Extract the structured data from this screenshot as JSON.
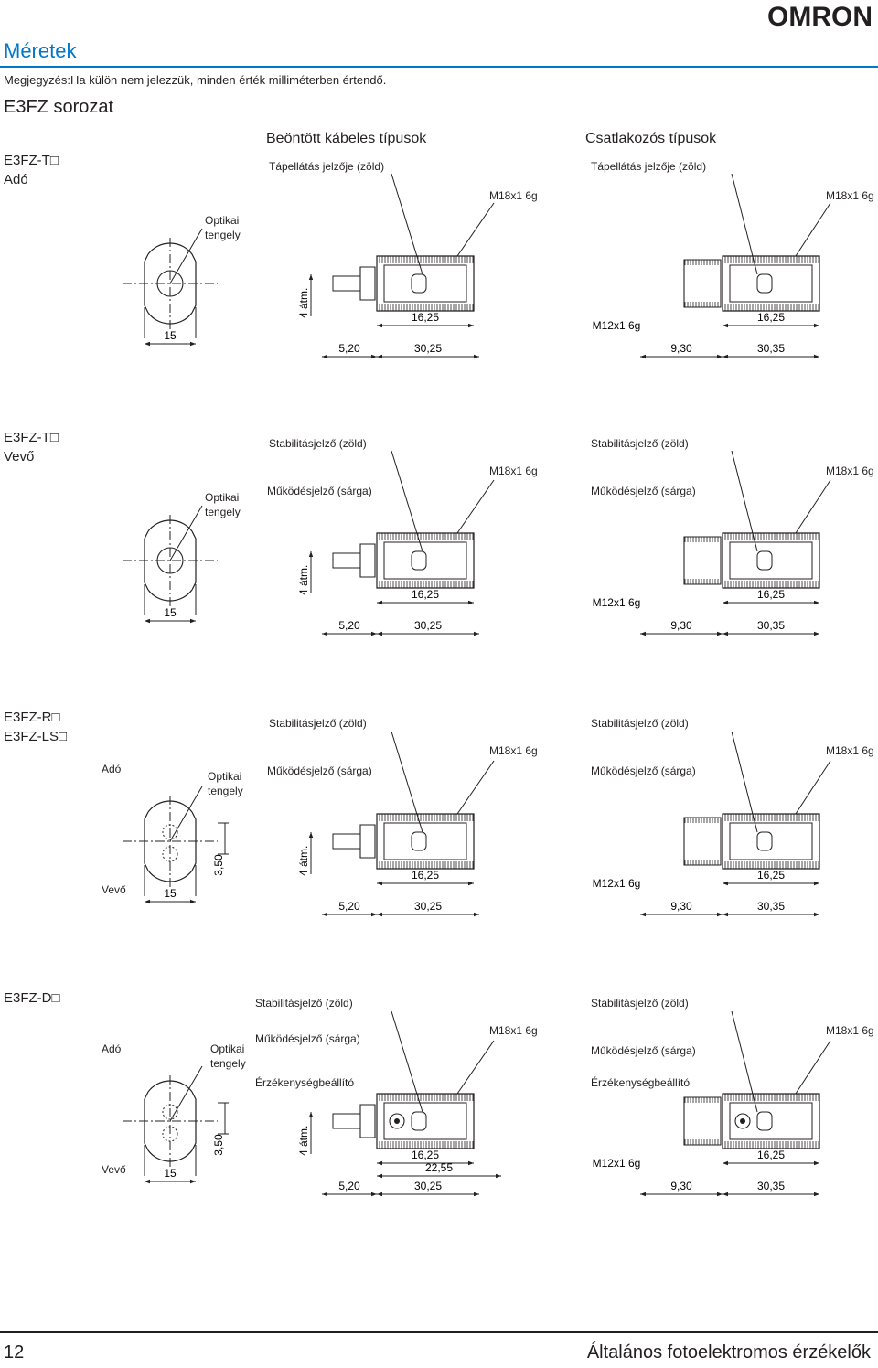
{
  "header": {
    "brand": "OMRON",
    "title": "Méretek",
    "note": "Megjegyzés:Ha külön nem jelezzük, minden érték milliméterben értendő.",
    "series": "E3FZ sorozat",
    "col_cable": "Beöntött kábeles típusok",
    "col_connector": "Csatlakozós típusok",
    "accent_color": "#0077c8"
  },
  "labels": {
    "optical_axis_1": "Optikai",
    "optical_axis_2": "tengely",
    "power_led": "Tápellátás jelzője (zöld)",
    "stability_led": "Stabilitásjelző (zöld)",
    "operation_led": "Működésjelző (sárga)",
    "sensitivity": "Érzékenységbeállító",
    "thread": "M18x1 6g",
    "conn_thread": "M12x1 6g",
    "dia4": "4 átm.",
    "emitter": "Adó",
    "receiver": "Vevő"
  },
  "dims": {
    "d15": "15",
    "d1625": "16,25",
    "d520": "5,20",
    "d3025": "30,25",
    "d930": "9,30",
    "d3035": "30,35",
    "d350": "3,50",
    "d2255": "22,55"
  },
  "sections": [
    {
      "model_1": "E3FZ-T□",
      "model_2": "Adó"
    },
    {
      "model_1": "E3FZ-T□",
      "model_2": "Vevő"
    },
    {
      "model_1": "E3FZ-R□",
      "model_2": "E3FZ-LS□"
    },
    {
      "model_1": "E3FZ-D□",
      "model_2": ""
    }
  ],
  "footer": {
    "page_number": "12",
    "chapter": "Általános fotoelektromos érzékelők"
  }
}
